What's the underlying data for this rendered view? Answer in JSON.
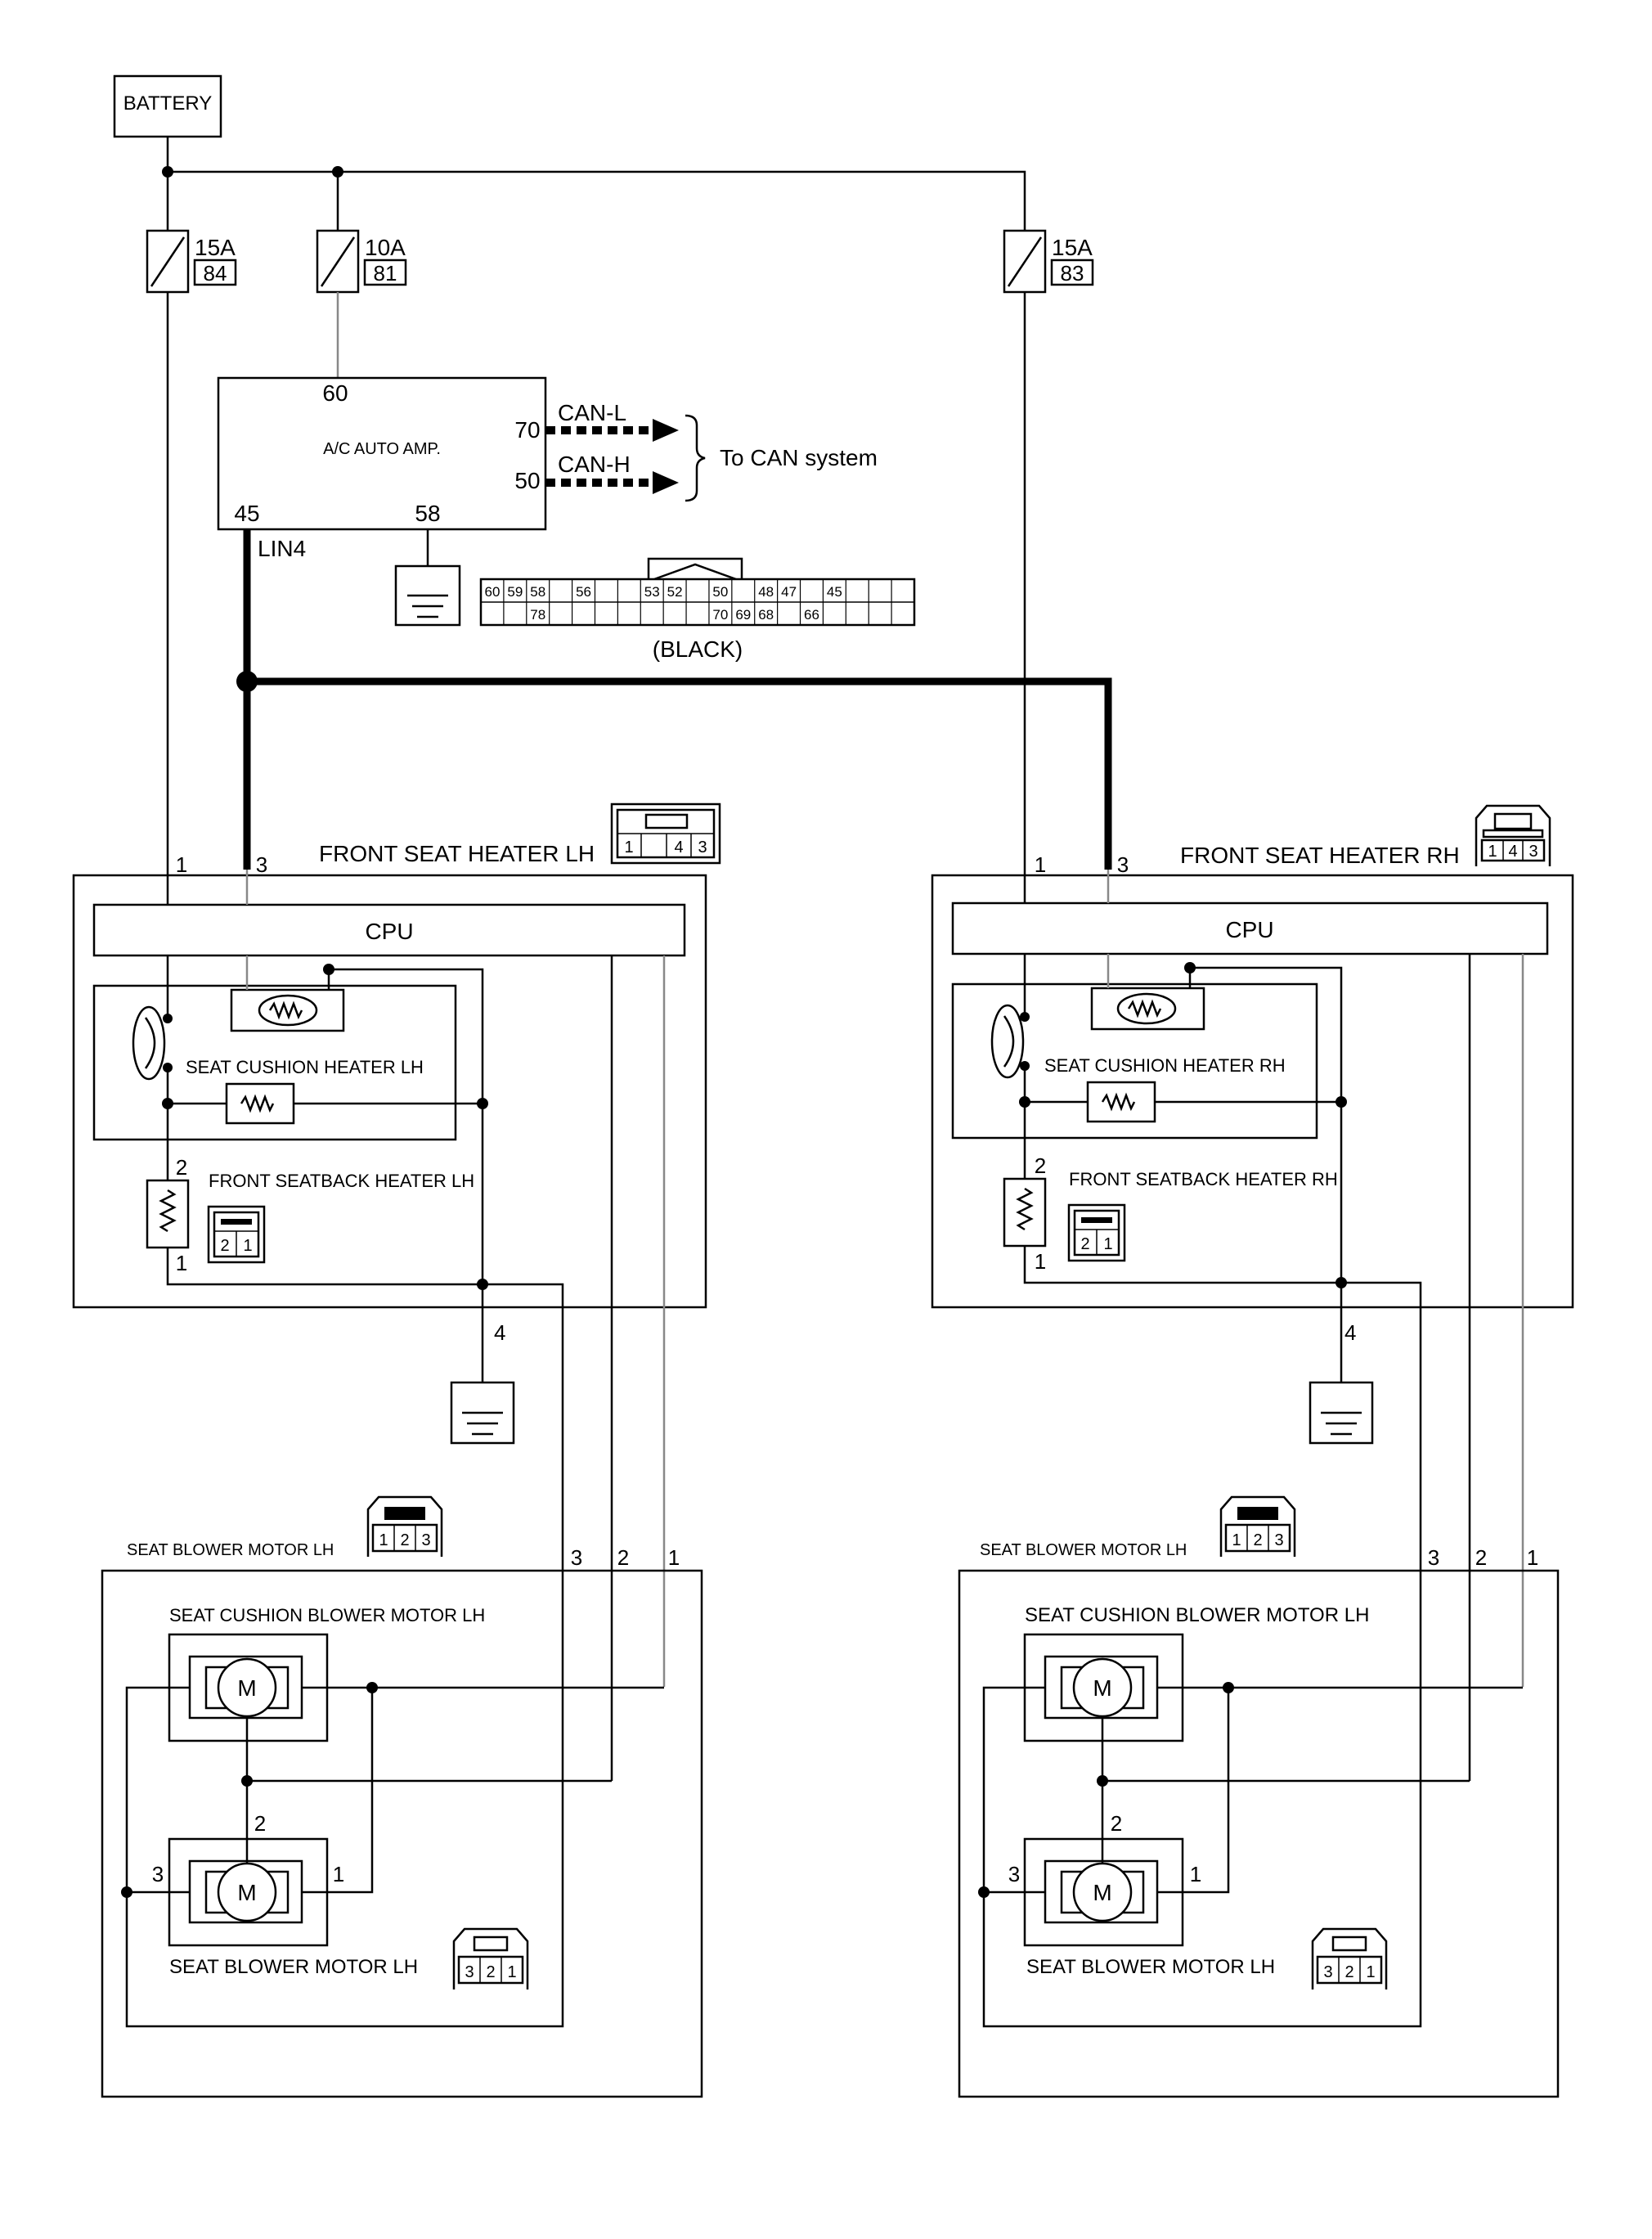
{
  "battery": {
    "label": "BATTERY"
  },
  "fuses": [
    {
      "rating": "15A",
      "number": "84"
    },
    {
      "rating": "10A",
      "number": "81"
    },
    {
      "rating": "15A",
      "number": "83"
    }
  ],
  "ac_amp": {
    "label": "A/C AUTO AMP.",
    "pins": {
      "power": "60",
      "can_l": "70",
      "can_h": "50",
      "lin": "45",
      "ground": "58"
    },
    "can_l_label": "CAN-L",
    "can_h_label": "CAN-H",
    "can_target": "To CAN system",
    "lin_label": "LIN4",
    "connector": {
      "top_row": [
        "60",
        "59",
        "58",
        "",
        "56",
        "",
        "",
        "53",
        "52",
        "",
        "50",
        "",
        "48",
        "47",
        "",
        "45",
        "",
        "",
        ""
      ],
      "bottom_row": [
        "",
        "",
        "78",
        "",
        "",
        "",
        "",
        "",
        "",
        "",
        "70",
        "69",
        "68",
        "",
        "66",
        "",
        "",
        "",
        ""
      ],
      "color": "(BLACK)"
    }
  },
  "heater_lh": {
    "title": "FRONT SEAT HEATER LH",
    "cpu": "CPU",
    "cushion": "SEAT CUSHION HEATER LH",
    "seatback": "FRONT SEATBACK HEATER LH",
    "pins": {
      "power": "1",
      "lin": "3",
      "sb_top": "2",
      "sb_bottom": "1",
      "ground": "4"
    },
    "connector": [
      "1",
      "4",
      "3"
    ],
    "sb_connector": [
      "2",
      "1"
    ]
  },
  "heater_rh": {
    "title": "FRONT SEAT HEATER RH",
    "cpu": "CPU",
    "cushion": "SEAT CUSHION HEATER RH",
    "seatback": "FRONT SEATBACK HEATER RH",
    "pins": {
      "power": "1",
      "lin": "3",
      "sb_top": "2",
      "sb_bottom": "1",
      "ground": "4"
    },
    "connector": [
      "1",
      "4",
      "3"
    ],
    "sb_connector": [
      "2",
      "1"
    ]
  },
  "blower_lh": {
    "title": "SEAT BLOWER MOTOR LH",
    "cushion_motor": "SEAT CUSHION BLOWER MOTOR LH",
    "motor_symbol": "M",
    "inner_label": "SEAT BLOWER MOTOR LH",
    "pins": {
      "p3": "3",
      "p2": "2",
      "p1": "1"
    },
    "connector": [
      "1",
      "2",
      "3"
    ],
    "inner_connector": [
      "3",
      "2",
      "1"
    ]
  },
  "blower_rh": {
    "title": "SEAT BLOWER MOTOR LH",
    "cushion_motor": "SEAT CUSHION BLOWER MOTOR LH",
    "motor_symbol": "M",
    "inner_label": "SEAT BLOWER MOTOR LH",
    "pins": {
      "p3": "3",
      "p2": "2",
      "p1": "1"
    },
    "connector": [
      "1",
      "2",
      "3"
    ],
    "inner_connector": [
      "3",
      "2",
      "1"
    ]
  }
}
